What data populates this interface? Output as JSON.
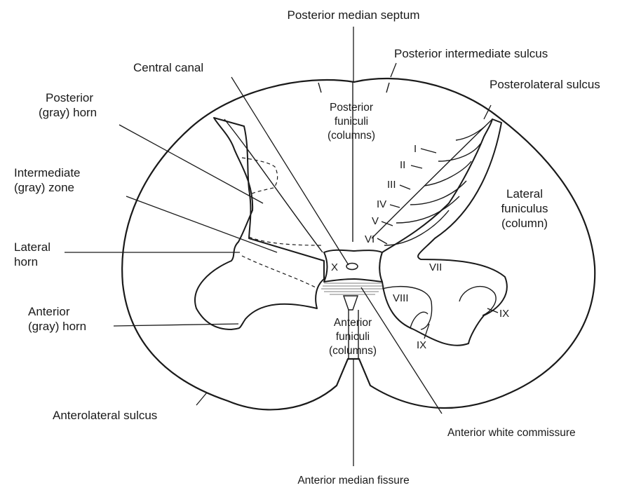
{
  "labels": {
    "posterior_median_septum": "Posterior median septum",
    "posterior_intermediate_sulcus": "Posterior intermediate sulcus",
    "central_canal": "Central canal",
    "posterolateral_sulcus": "Posterolateral sulcus",
    "posterior_horn_1": "Posterior",
    "posterior_horn_2": "(gray) horn",
    "posterior_funiculi_1": "Posterior",
    "posterior_funiculi_2": "funiculi",
    "posterior_funiculi_3": "(columns)",
    "intermediate_zone_1": "Intermediate",
    "intermediate_zone_2": "(gray) zone",
    "lateral_funiculus_1": "Lateral",
    "lateral_funiculus_2": "funiculus",
    "lateral_funiculus_3": "(column)",
    "lateral_horn_1": "Lateral",
    "lateral_horn_2": "horn",
    "anterior_horn_1": "Anterior",
    "anterior_horn_2": "(gray) horn",
    "anterior_funiculi_1": "Anterior",
    "anterior_funiculi_2": "funiculi",
    "anterior_funiculi_3": "(columns)",
    "anterolateral_sulcus": "Anterolateral sulcus",
    "anterior_white_commissure": "Anterior white commissure",
    "anterior_median_fissure": "Anterior median fissure"
  },
  "laminae": {
    "I": "I",
    "II": "II",
    "III": "III",
    "IV": "IV",
    "V": "V",
    "VI": "VI",
    "VII": "VII",
    "VIII": "VIII",
    "IX_a": "IX",
    "IX_b": "IX",
    "X": "X"
  },
  "colors": {
    "stroke": "#1a1a1a",
    "background": "#ffffff"
  }
}
